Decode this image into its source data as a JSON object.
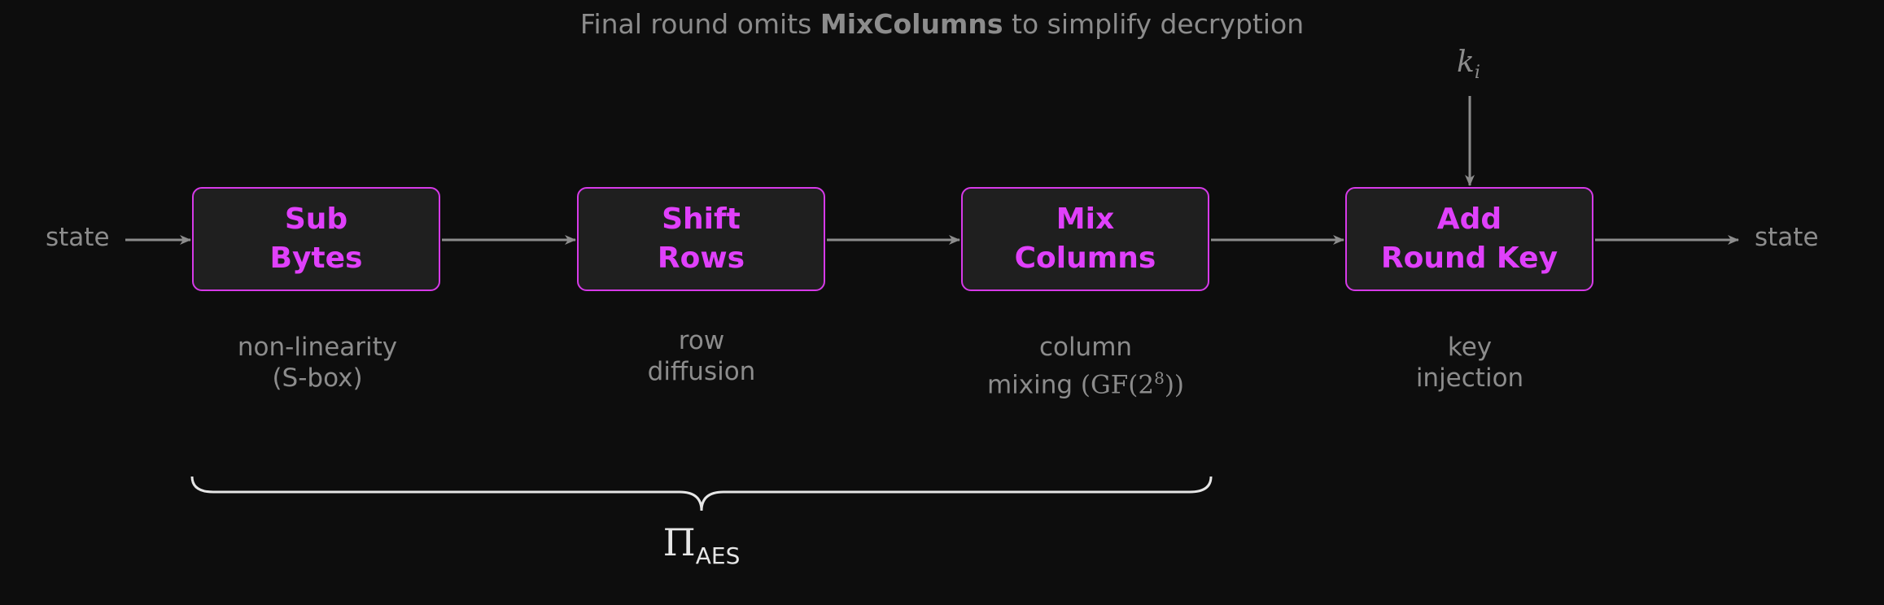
{
  "title": {
    "prefix": "Final round omits ",
    "bold": "MixColumns",
    "suffix": " to simplify decryption"
  },
  "input_label": "state",
  "output_label": "state",
  "key": {
    "symbol": "k",
    "subscript": "i"
  },
  "boxes": [
    {
      "line1": "Sub",
      "line2": "Bytes",
      "desc1": "non-linearity",
      "desc2": "(S-box)"
    },
    {
      "line1": "Shift",
      "line2": "Rows",
      "desc1": "row",
      "desc2": "diffusion"
    },
    {
      "line1": "Mix",
      "line2": "Columns",
      "desc1": "column",
      "desc2_text": "mixing ",
      "desc2_math": "(GF(2",
      "desc2_sup": "8",
      "desc2_close": "))"
    },
    {
      "line1": "Add",
      "line2": "Round Key",
      "desc1": "key",
      "desc2": "injection"
    }
  ],
  "brace_label": {
    "symbol": "Π",
    "subscript": "AES"
  },
  "colors": {
    "background": "#0d0d0d",
    "box_fill": "#1f1f1f",
    "accent": "#e040fb",
    "text": "#8c8c8c",
    "brace": "#e6e6e6"
  }
}
